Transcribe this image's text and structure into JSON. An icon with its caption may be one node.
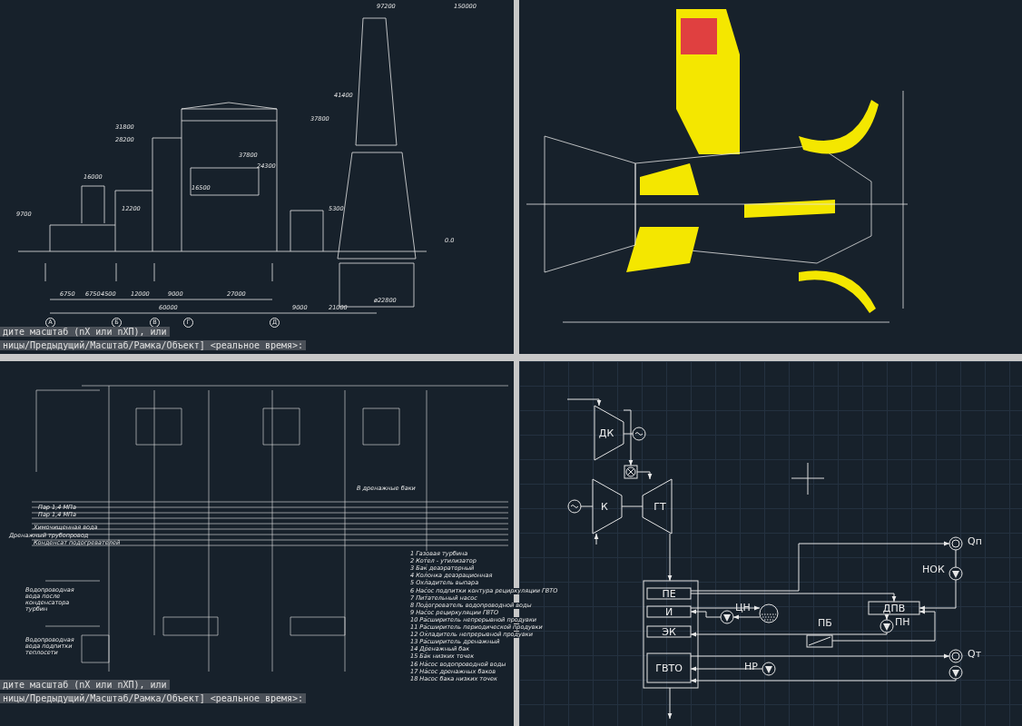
{
  "diagram": {
    "nodes": [
      {
        "text": [
          "ДК"
        ]
      },
      {
        "text": [],
        "shape": "circle"
      },
      {
        "text": [],
        "shape": "box"
      },
      {
        "text": [
          "К"
        ]
      },
      {
        "text": [],
        "shape": "circle"
      },
      {
        "text": [
          "ГТ"
        ]
      },
      {
        "text": [],
        "shape": "box"
      },
      {
        "text": [
          "ПЕ"
        ],
        "in": 6
      },
      {
        "text": [
          "И"
        ],
        "in": 6
      },
      {
        "text": [
          "ЭК"
        ],
        "in": 6
      },
      {
        "text": [
          "ГВТО"
        ],
        "in": 6
      },
      {
        "text": [],
        "shape": "circle"
      },
      {
        "text": [],
        "shape": "circle",
        "beside": [
          "ЦН"
        ]
      },
      {
        "text": [
          "ДПВ"
        ]
      },
      {
        "text": [],
        "shape": "circle",
        "beside": [
          "ПН"
        ]
      },
      {
        "text": [],
        "shape": "box",
        "beside": [
          "ПБ"
        ]
      },
      {
        "text": [],
        "shape": "circle",
        "beside": [
          "НР"
        ]
      },
      {
        "text": [],
        "shape": "circle",
        "beside": [
          "НОК"
        ]
      },
      {
        "text": [],
        "shape": "circle",
        "beside": [
          "Qп"
        ]
      },
      {
        "text": [],
        "shape": "circle",
        "beside": [
          "Qт"
        ]
      },
      {
        "text": [],
        "shape": "circle"
      }
    ],
    "edges": [
      {
        "from": 0,
        "to": 2,
        "arrow": "to"
      },
      {
        "from": 2,
        "to": 5,
        "arrow": "to"
      },
      {
        "from": 0,
        "to": 1,
        "arrow": "none"
      },
      {
        "from": 4,
        "to": 3,
        "arrow": "none"
      },
      {
        "from": 3,
        "to": 5,
        "arrow": "none"
      },
      {
        "from": 5,
        "to": 6,
        "arrow": "to"
      },
      {
        "from": 7,
        "to": 13,
        "arrow": "to"
      },
      {
        "from": 11,
        "to": 12,
        "arrow": "to"
      },
      {
        "from": 12,
        "to": 8,
        "arrow": "to"
      },
      {
        "from": 8,
        "to": 11,
        "arrow": "to"
      },
      {
        "from": 14,
        "to": 9,
        "arrow": "to"
      },
      {
        "from": 13,
        "to": 14,
        "arrow": "to"
      },
      {
        "from": 17,
        "to": 13,
        "arrow": "to"
      },
      {
        "from": 18,
        "to": 17,
        "arrow": "none"
      },
      {
        "from": 7,
        "to": 18,
        "arrow": "to"
      },
      {
        "from": 10,
        "to": 19,
        "arrow": "to"
      },
      {
        "from": 20,
        "to": 10,
        "arrow": "to"
      },
      {
        "from": 16,
        "to": 10,
        "arrow": "to"
      },
      {
        "from": 15,
        "to": 13,
        "arrow": "to"
      },
      {
        "from": 6,
        "to": null,
        "arrow": "to"
      },
      {
        "from": null,
        "to": 3,
        "arrow": "to"
      },
      {
        "from": null,
        "to": 0,
        "arrow": "to"
      }
    ],
    "labels": [
      "97200",
      "150000",
      "41400",
      "37800",
      "31800",
      "28200",
      "37800",
      "24300",
      "16500",
      "16000",
      "12200",
      "9700",
      "5300",
      "0.0",
      "6750",
      "6750",
      "4500",
      "12000",
      "9000",
      "27000",
      "60000",
      "9000",
      "21000",
      "ø22800",
      "А",
      "Б",
      "В",
      "Г",
      "Д",
      "дите масштаб (nX или nXП), или",
      "ницы/Предыдущий/Масштаб/Рамка/Объект] <реальное время>:",
      "Пар 1,4 МПа",
      "Пар 1,4 МПа",
      "Химочищенная вода",
      "Дренажный трубопровод",
      "Конденсат подогревателей",
      "В дренажные баки",
      "Водопроводная вода после конденсатора турбин",
      "Водопроводная вода подпитки теплосети",
      "1 Газовая турбина",
      "2 Котел - утилизатор",
      "3 Бак деаэраторный",
      "4 Колонка деаэрационная",
      "5 Охладитель выпара",
      "6 Насос подпитки контура рециркуляции ГВТО",
      "7 Питательный насос",
      "8 Подогреватель водопроводной воды",
      "9 Насос рециркуляции ГВТО",
      "10 Расширитель непрерывной продувки",
      "11 Расширитель периодической продувки",
      "12 Охладитель непрерывной продувки",
      "13 Расширитель дренажный",
      "14 Дренажный бак",
      "15 Бак низких точек",
      "16 Насос водопроводной воды",
      "17 Насос дренажных баков",
      "18 Насос бака низких точек",
      "дите масштаб (nX или nXП), или",
      "ницы/Предыдущий/Масштаб/Рамка/Объект] <реальное время>:"
    ]
  }
}
